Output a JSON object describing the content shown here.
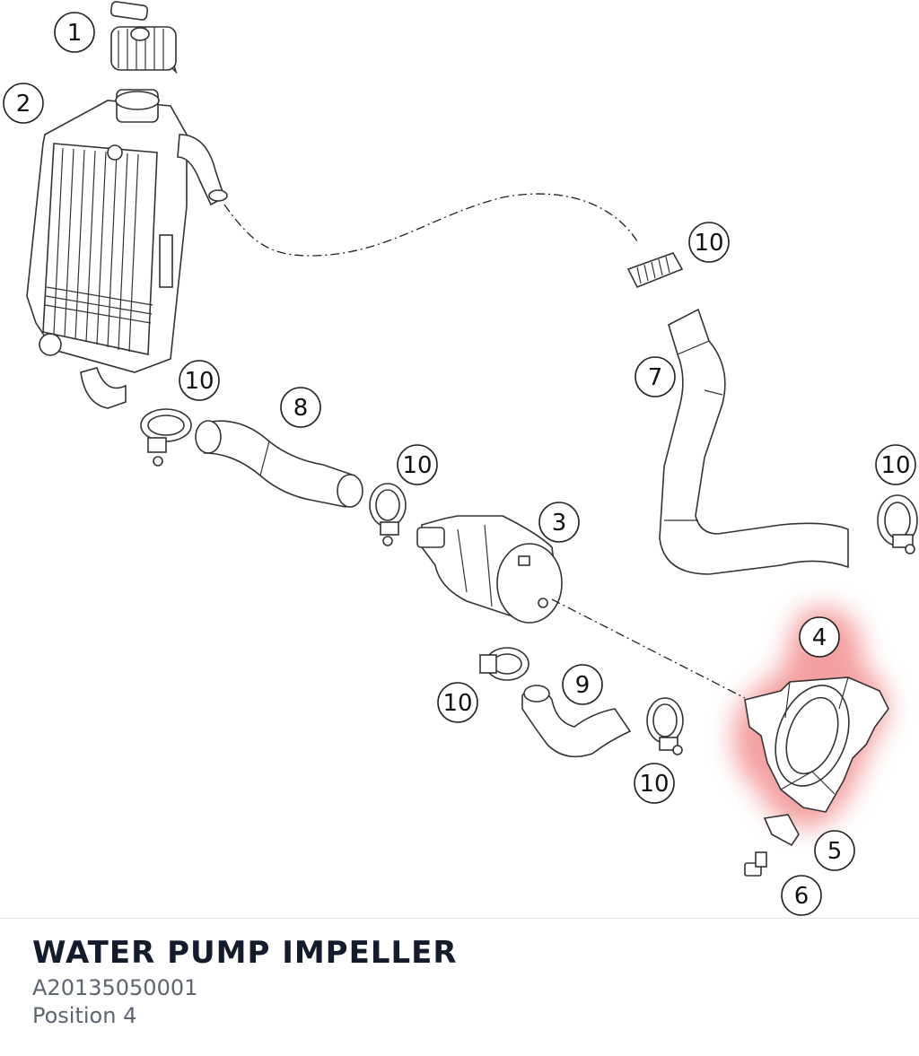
{
  "part": {
    "title": "WATER PUMP IMPELLER",
    "number": "A20135050001",
    "position_label": "Position 4"
  },
  "highlight": {
    "position": "4",
    "color": "#f08080"
  },
  "callouts": [
    "1",
    "2",
    "3",
    "4",
    "5",
    "6",
    "7",
    "8",
    "9",
    "10",
    "10",
    "10",
    "10",
    "10",
    "10"
  ],
  "colors": {
    "line": "#333333",
    "title": "#141b2d",
    "subtext": "#5d6573",
    "divider": "#e3e5e8"
  }
}
